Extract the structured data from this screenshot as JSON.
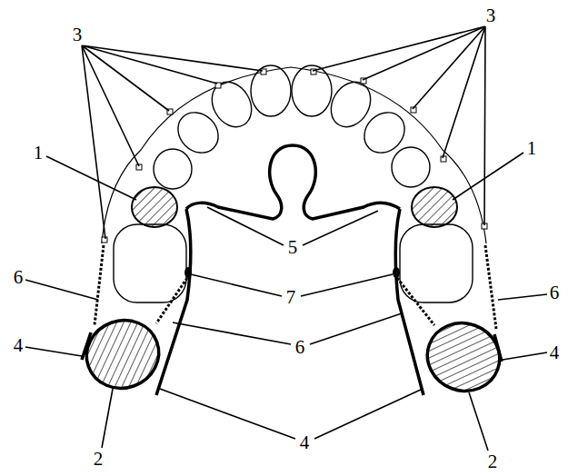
{
  "diagram": {
    "labels": [
      "3",
      "3",
      "1",
      "1",
      "5",
      "6",
      "7",
      "6",
      "6",
      "4",
      "4",
      "4",
      "2",
      "2"
    ]
  }
}
